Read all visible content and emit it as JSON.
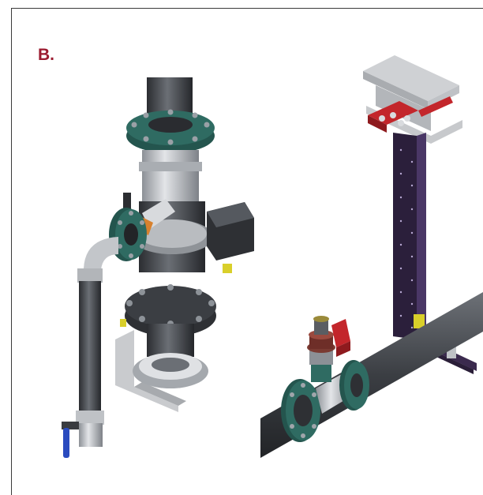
{
  "figure": {
    "panel_label": "B.",
    "colors": {
      "label": "#9b1b30",
      "pipe": "#3f4247",
      "flange_teal": "#2f6b62",
      "steel": "#b9bcc0",
      "rail_purple": "#3b2a4e",
      "clamp_red": "#c3262b",
      "valve_blue": "#2a4bbf",
      "yellow": "#d9cf2a"
    },
    "icons": [
      "valve-assembly-illustration",
      "pipe-support-illustration"
    ]
  }
}
